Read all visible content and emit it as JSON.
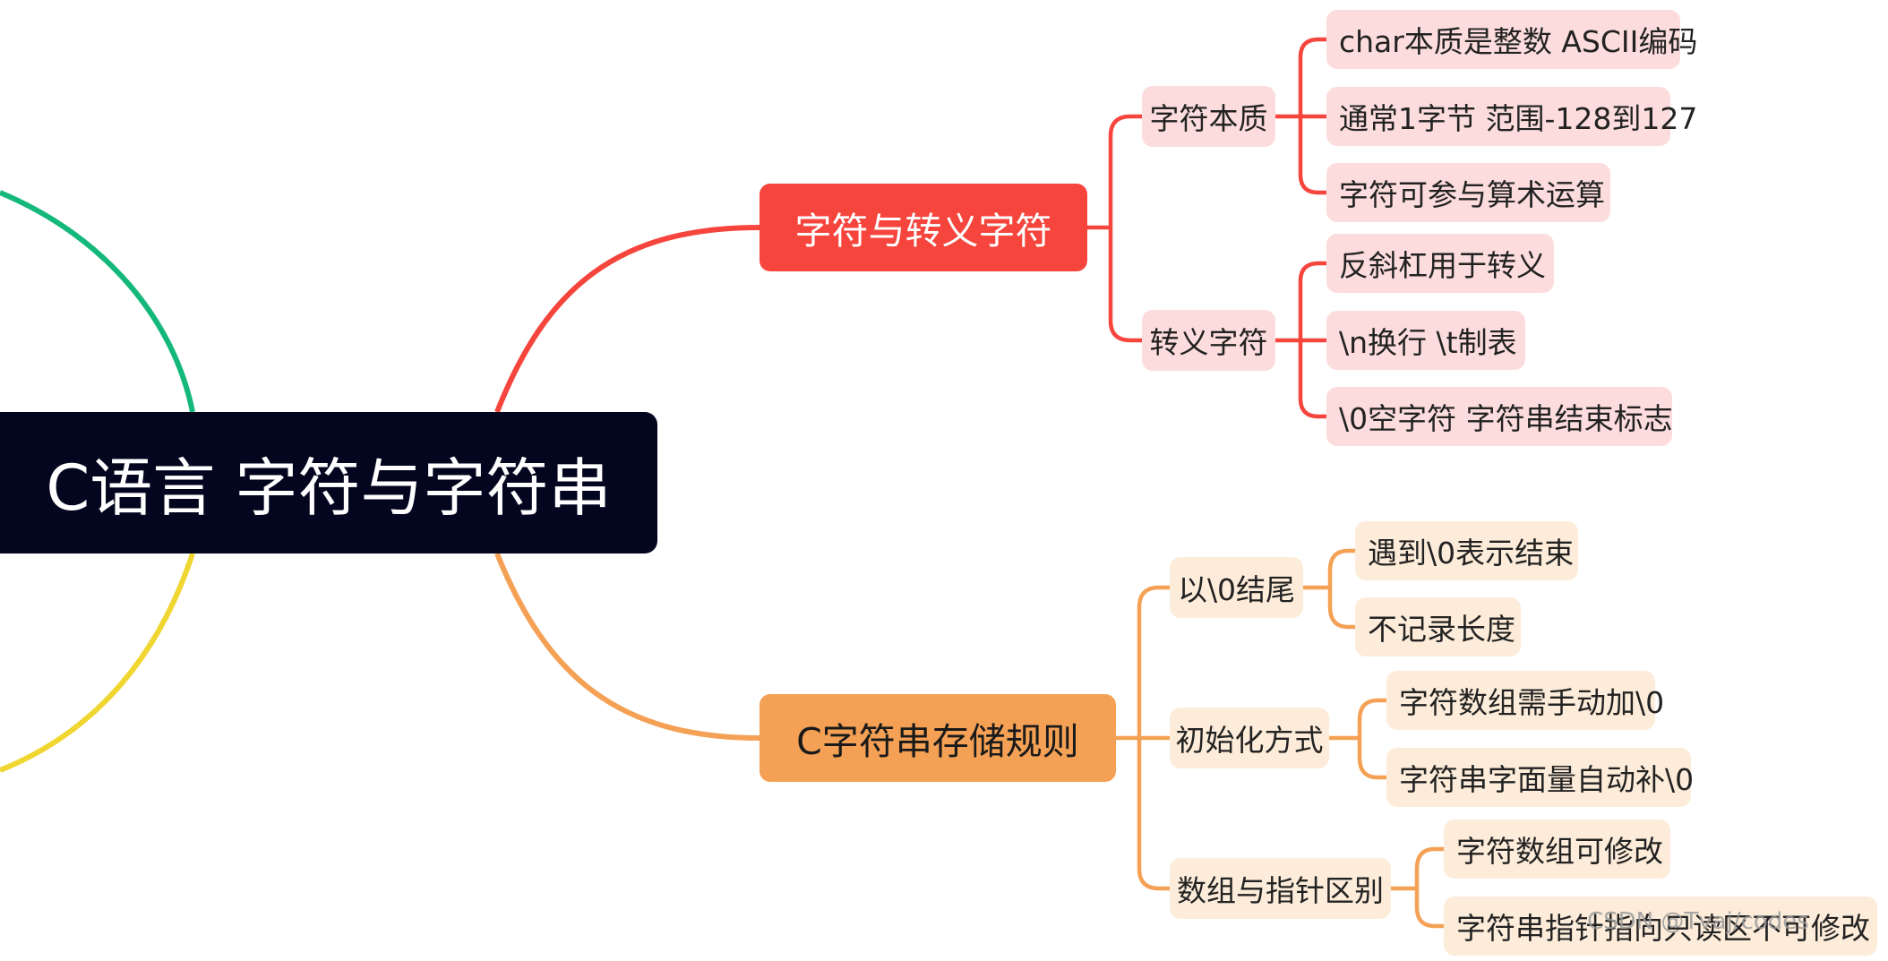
{
  "root": {
    "label": "C语言 字符与字符串"
  },
  "branches": [
    {
      "label": "字符与转义字符",
      "color": "#f5453d",
      "children": [
        {
          "label": "字符本质",
          "children": [
            "char本质是整数 ASCII编码",
            "通常1字节 范围-128到127",
            "字符可参与算术运算"
          ]
        },
        {
          "label": "转义字符",
          "children": [
            "反斜杠用于转义",
            "\\n换行 \\t制表",
            "\\0空字符 字符串结束标志"
          ]
        }
      ]
    },
    {
      "label": "C字符串存储规则",
      "color": "#f5a155",
      "children": [
        {
          "label": "以\\0结尾",
          "children": [
            "遇到\\0表示结束",
            "不记录长度"
          ]
        },
        {
          "label": "初始化方式",
          "children": [
            "字符数组需手动加\\0",
            "字符串字面量自动补\\0"
          ]
        },
        {
          "label": "数组与指针区别",
          "children": [
            "字符数组可修改",
            "字符串指针指向只读区不可修改"
          ]
        }
      ]
    }
  ],
  "watermark": "CSDN @Tvaj/codes",
  "colors": {
    "root_bg": "#04051f",
    "green_branch": "#14b87a",
    "yellow_branch": "#f0d630"
  }
}
